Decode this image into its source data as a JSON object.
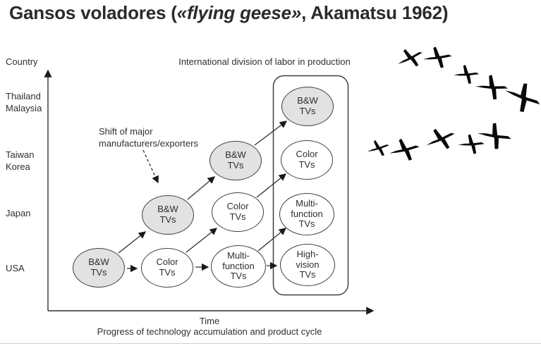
{
  "title": {
    "prefix": "Gansos voladores (",
    "italic": "«flying geese»",
    "suffix": ", Akamatsu 1962)"
  },
  "diagram": {
    "y_axis_label": "Country",
    "x_axis_label": "Time",
    "x_axis_caption": "Progress of technology accumulation and product cycle",
    "top_label": "International division of labor in production",
    "annotation": {
      "line1": "Shift of major",
      "line2": "manufacturers/exporters"
    },
    "countries": [
      {
        "line1": "Thailand",
        "line2": "Malaysia"
      },
      {
        "line1": "Taiwan",
        "line2": "Korea"
      },
      {
        "line1": "Japan"
      },
      {
        "line1": "USA"
      }
    ],
    "nodes": [
      {
        "line1": "B&W",
        "line2": "TVs",
        "shaded": true,
        "row": "USA"
      },
      {
        "line1": "Color",
        "line2": "TVs",
        "shaded": false,
        "row": "USA"
      },
      {
        "line1": "B&W",
        "line2": "TVs",
        "shaded": true,
        "row": "Japan"
      },
      {
        "line1": "B&W",
        "line2": "TVs",
        "shaded": true,
        "row": "Taiwan/Korea"
      },
      {
        "line1": "Color",
        "line2": "TVs",
        "shaded": false,
        "row": "Japan"
      },
      {
        "line1": "Multi-",
        "line2": "function",
        "line3": "TVs",
        "shaded": false,
        "row": "USA"
      },
      {
        "line1": "B&W",
        "line2": "TVs",
        "shaded": true,
        "row": "Thailand/Malaysia"
      },
      {
        "line1": "Color",
        "line2": "TVs",
        "shaded": false,
        "row": "Taiwan/Korea"
      },
      {
        "line1": "Multi-",
        "line2": "function",
        "line3": "TVs",
        "shaded": false,
        "row": "Japan"
      },
      {
        "line1": "High-",
        "line2": "vision",
        "line3": "TVs",
        "shaded": false,
        "row": "USA"
      }
    ]
  },
  "images": {
    "geese": "flying-geese-silhouette"
  },
  "colors": {
    "node_shaded": "#e2e2e2",
    "node_plain": "#ffffff",
    "stroke": "#3f3f3f",
    "text": "#2f2f2f",
    "geese": "#0a0a0a"
  }
}
